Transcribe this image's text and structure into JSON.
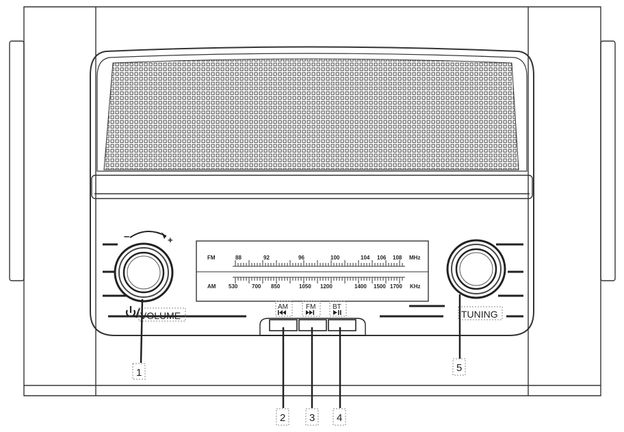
{
  "controls": {
    "volume_label": "VOLUME",
    "minus": "–",
    "plus": "+",
    "tuning_label": "TUNING",
    "am_button": "AM",
    "fm_button": "FM",
    "bt_button": "BT"
  },
  "dial": {
    "fm_label": "FM",
    "fm_unit": "MHz",
    "fm_ticks": [
      "88",
      "92",
      "96",
      "100",
      "104",
      "106",
      "108"
    ],
    "am_label": "AM",
    "am_unit": "KHz",
    "am_ticks": [
      "530",
      "700",
      "850",
      "1050",
      "1200",
      "1400",
      "1500",
      "1700"
    ]
  },
  "callouts": [
    "1",
    "2",
    "3",
    "4",
    "5"
  ]
}
